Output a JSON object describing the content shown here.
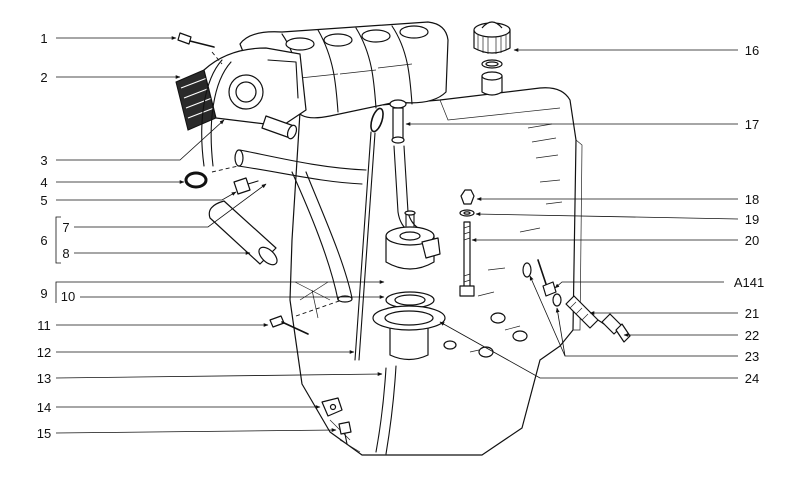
{
  "callouts": {
    "left": [
      "1",
      "2",
      "3",
      "4",
      "5",
      "6",
      "7",
      "8",
      "9",
      "10",
      "11",
      "12",
      "13",
      "14",
      "15"
    ],
    "right": [
      "16",
      "17",
      "18",
      "19",
      "20",
      "A141",
      "21",
      "22",
      "23",
      "24"
    ]
  },
  "colors": {
    "line": "#111111",
    "background": "#ffffff"
  }
}
